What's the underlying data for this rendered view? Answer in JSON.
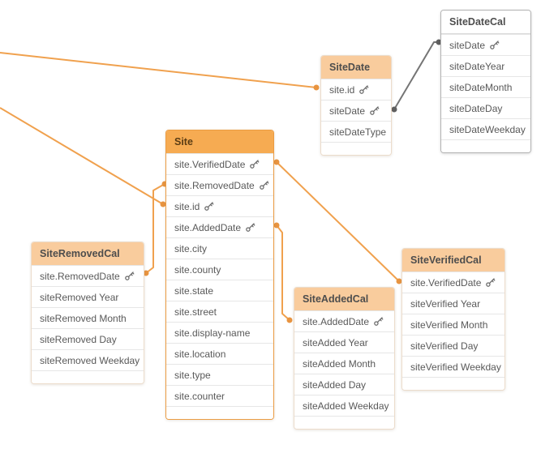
{
  "diagram": {
    "title": "data-model-viewer-canvas",
    "tables": [
      {
        "name": "SiteDate",
        "style": "normal",
        "fields": [
          {
            "label": "site.id",
            "key": true
          },
          {
            "label": "siteDate",
            "key": true
          },
          {
            "label": "siteDateType",
            "key": false
          }
        ]
      },
      {
        "name": "SiteDateCal",
        "style": "plain",
        "fields": [
          {
            "label": "siteDate",
            "key": true
          },
          {
            "label": "siteDateYear",
            "key": false
          },
          {
            "label": "siteDateMonth",
            "key": false
          },
          {
            "label": "siteDateDay",
            "key": false
          },
          {
            "label": "siteDateWeekday",
            "key": false
          }
        ]
      },
      {
        "name": "Site",
        "style": "highlight",
        "fields": [
          {
            "label": "site.VerifiedDate",
            "key": true
          },
          {
            "label": "site.RemovedDate",
            "key": true
          },
          {
            "label": "site.id",
            "key": true
          },
          {
            "label": "site.AddedDate",
            "key": true
          },
          {
            "label": "site.city",
            "key": false
          },
          {
            "label": "site.county",
            "key": false
          },
          {
            "label": "site.state",
            "key": false
          },
          {
            "label": "site.street",
            "key": false
          },
          {
            "label": "site.display-name",
            "key": false
          },
          {
            "label": "site.location",
            "key": false
          },
          {
            "label": "site.type",
            "key": false
          },
          {
            "label": "site.counter",
            "key": false
          }
        ]
      },
      {
        "name": "SiteRemovedCal",
        "style": "normal",
        "fields": [
          {
            "label": "site.RemovedDate",
            "key": true
          },
          {
            "label": "siteRemoved Year",
            "key": false
          },
          {
            "label": "siteRemoved Month",
            "key": false
          },
          {
            "label": "siteRemoved Day",
            "key": false
          },
          {
            "label": "siteRemoved Weekday",
            "key": false
          }
        ]
      },
      {
        "name": "SiteAddedCal",
        "style": "normal",
        "fields": [
          {
            "label": "site.AddedDate",
            "key": true
          },
          {
            "label": "siteAdded Year",
            "key": false
          },
          {
            "label": "siteAdded Month",
            "key": false
          },
          {
            "label": "siteAdded Day",
            "key": false
          },
          {
            "label": "siteAdded Weekday",
            "key": false
          }
        ]
      },
      {
        "name": "SiteVerifiedCal",
        "style": "normal",
        "fields": [
          {
            "label": "site.VerifiedDate",
            "key": true
          },
          {
            "label": "siteVerified Year",
            "key": false
          },
          {
            "label": "siteVerified Month",
            "key": false
          },
          {
            "label": "siteVerified Day",
            "key": false
          },
          {
            "label": "siteVerified Weekday",
            "key": false
          }
        ]
      }
    ],
    "connections": [
      {
        "from": "offscreen-left",
        "to": "SiteDate.site.id",
        "color": "orange"
      },
      {
        "from": "offscreen-left",
        "to": "Site.site.id",
        "color": "orange"
      },
      {
        "from": "Site.site.RemovedDate",
        "to": "SiteRemovedCal.site.RemovedDate",
        "color": "orange"
      },
      {
        "from": "Site.site.VerifiedDate",
        "to": "SiteVerifiedCal.site.VerifiedDate",
        "color": "orange"
      },
      {
        "from": "Site.site.AddedDate",
        "to": "SiteAddedCal.site.AddedDate",
        "color": "orange"
      },
      {
        "from": "SiteDate.siteDate",
        "to": "SiteDateCal.siteDate",
        "color": "gray"
      }
    ],
    "colors": {
      "table_header_normal": "#f9cc9d",
      "table_header_highlight": "#f6ab52",
      "table_border_normal": "#ecdccb",
      "table_border_highlight": "#eb9c43",
      "table_border_plain": "#b3b3b3",
      "row_separator": "#e6e6e6",
      "connector_orange": "#f0a14e",
      "connector_orange_dot": "#e89440",
      "connector_gray": "#757575",
      "connector_gray_dot": "#5f5f5f",
      "text": "#595959"
    }
  }
}
